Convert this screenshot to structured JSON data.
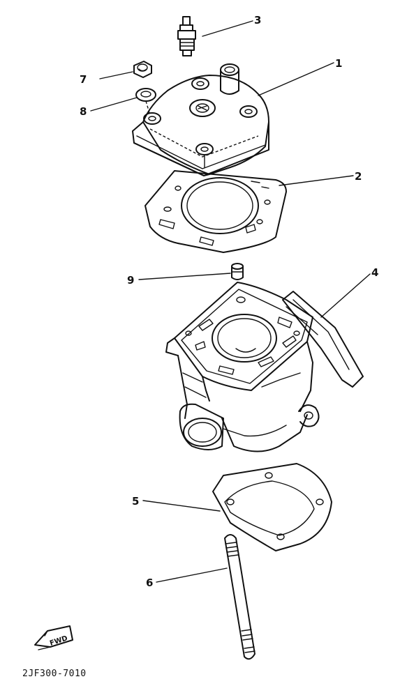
{
  "parts": [
    {
      "number": "1"
    },
    {
      "number": "2"
    },
    {
      "number": "3"
    },
    {
      "number": "4"
    },
    {
      "number": "5"
    },
    {
      "number": "6"
    },
    {
      "number": "7"
    },
    {
      "number": "8"
    },
    {
      "number": "9"
    }
  ],
  "fwd_label": "FWD",
  "diagram_code": "2JF300-7010"
}
